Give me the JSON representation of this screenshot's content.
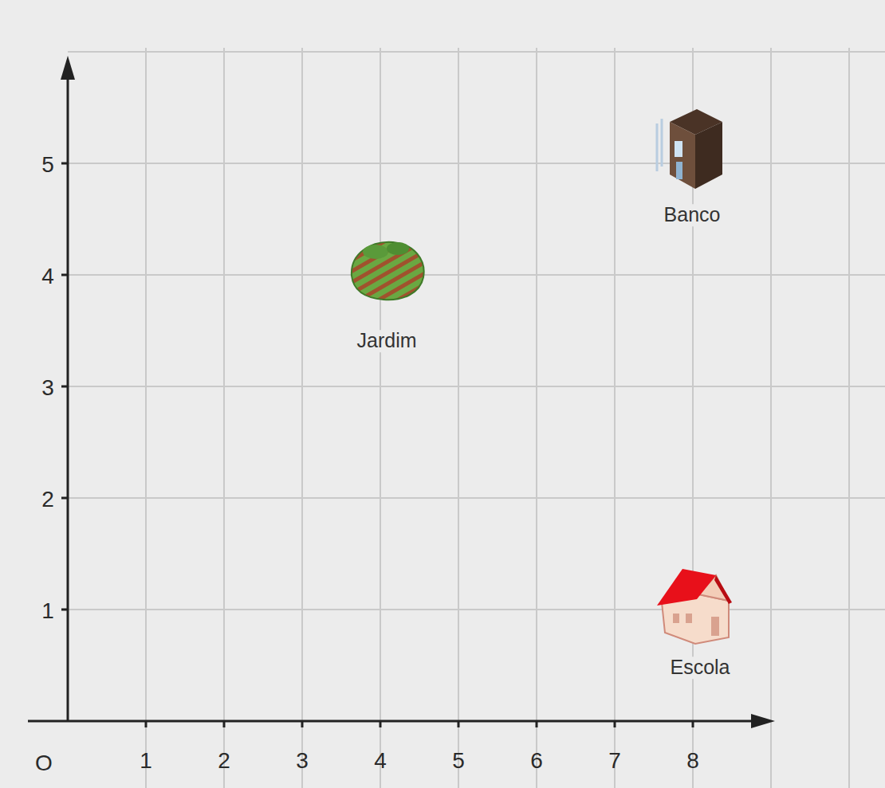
{
  "diagram": {
    "labels": [
      "5",
      "4",
      "3",
      "2",
      "1",
      "Jardim",
      "Banco",
      "Escola",
      "O",
      "1",
      "2",
      "3",
      "4",
      "5",
      "6",
      "7",
      "8"
    ]
  }
}
